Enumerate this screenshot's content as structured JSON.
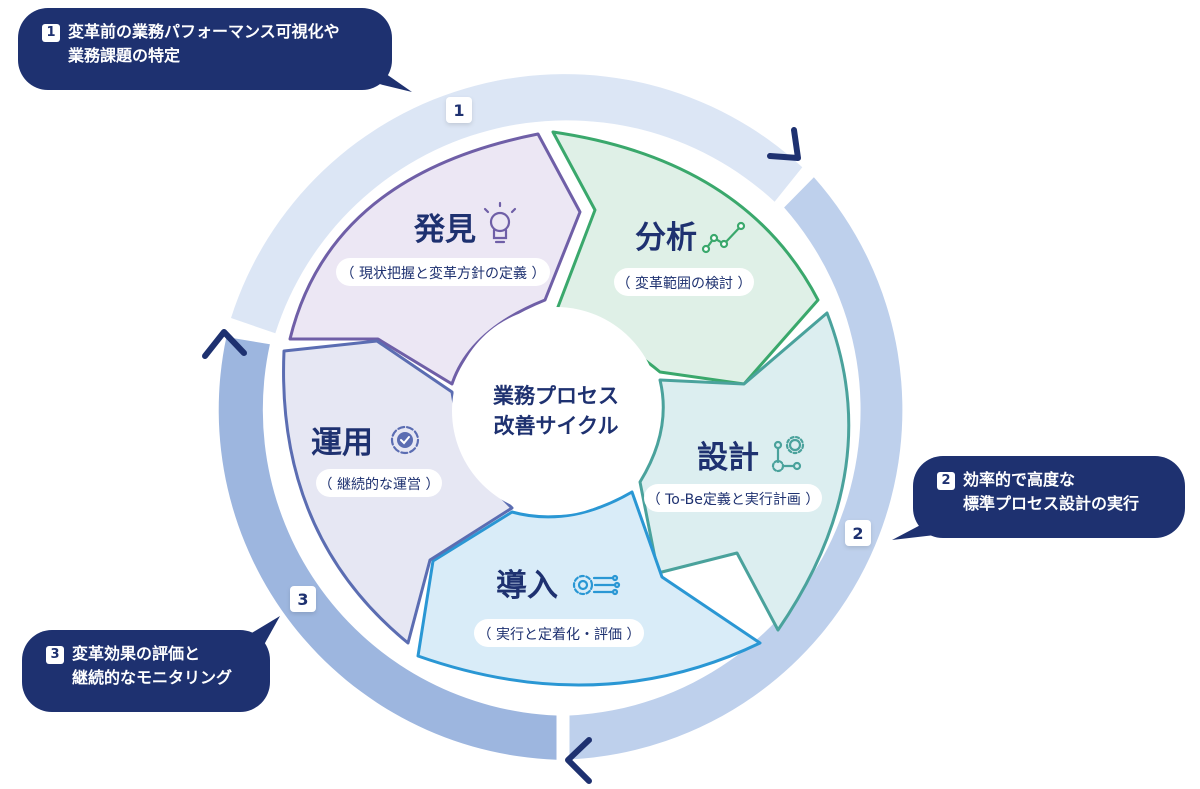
{
  "center": {
    "line1": "業務プロセス",
    "line2": "改善サイクル"
  },
  "phases": {
    "discover": {
      "title": "発見",
      "subtitle": "（ 現状把握と変革方針の定義 ）"
    },
    "analyze": {
      "title": "分析",
      "subtitle": "（ 変革範囲の検討 ）"
    },
    "design": {
      "title": "設計",
      "subtitle": "（ To-Be定義と実行計画 ）"
    },
    "implement": {
      "title": "導入",
      "subtitle": "（ 実行と定着化・評価 ）"
    },
    "operate": {
      "title": "運用",
      "subtitle": "（ 継続的な運営 ）"
    }
  },
  "ring_badges": {
    "b1": "1",
    "b2": "2",
    "b3": "3"
  },
  "callouts": {
    "c1": {
      "num": "1",
      "line1": "変革前の業務パフォーマンス可視化や",
      "line2": "業務課題の特定"
    },
    "c2": {
      "num": "2",
      "line1": "効率的で高度な",
      "line2": "標準プロセス設計の実行"
    },
    "c3": {
      "num": "3",
      "line1": "変革効果の評価と",
      "line2": "継続的なモニタリング"
    }
  },
  "colors": {
    "navy": "#1e3170",
    "ring1": "#dce6f5",
    "ring2": "#bed0ec",
    "ring3": "#9db6df",
    "discover_fill": "#ece7f4",
    "discover_stroke": "#6f5fa7",
    "analyze_fill": "#dff0e7",
    "analyze_stroke": "#3aa86c",
    "design_fill": "#dceef0",
    "design_stroke": "#4aa29c",
    "implement_fill": "#d9ecf8",
    "implement_stroke": "#2a97d4",
    "operate_fill": "#e6e7f3",
    "operate_stroke": "#5b6db2"
  },
  "icons": {
    "discover": "lightbulb-icon",
    "analyze": "line-chart-icon",
    "design": "process-gears-icon",
    "implement": "gear-circuit-icon",
    "operate": "gear-check-icon"
  }
}
